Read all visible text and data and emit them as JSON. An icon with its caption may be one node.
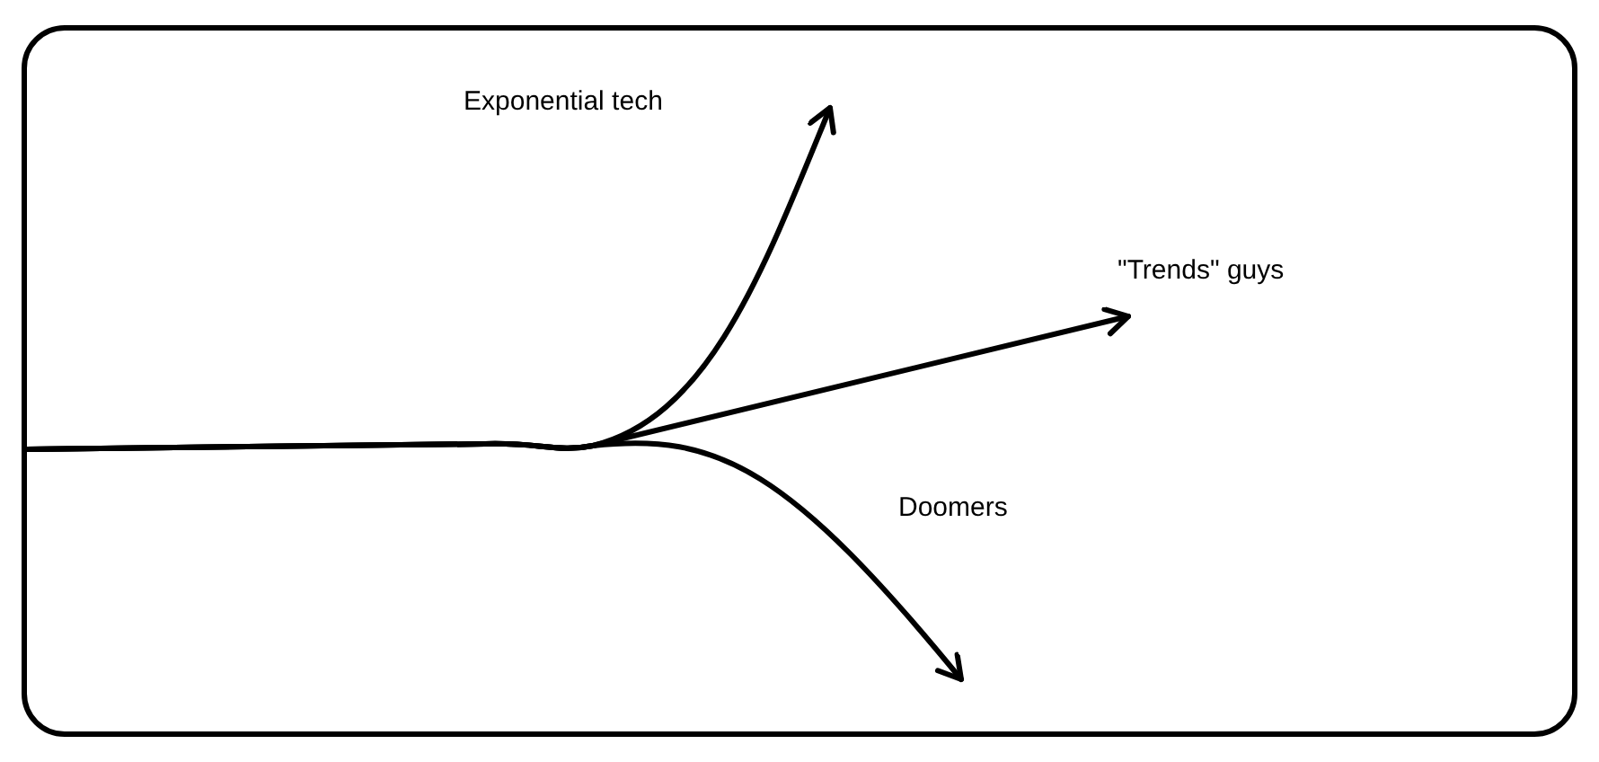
{
  "diagram": {
    "nodes": [
      {
        "text": [],
        "shape": "box"
      },
      {
        "text": [
          "Exponential tech"
        ],
        "in": 0
      },
      {
        "text": [
          "\"Trends\" guys"
        ],
        "in": 0
      },
      {
        "text": [
          "Doomers"
        ],
        "in": 0
      }
    ],
    "edges": [
      {
        "from": 0,
        "to": 1,
        "arrow": "to"
      },
      {
        "from": 0,
        "to": 2,
        "arrow": "to"
      },
      {
        "from": 0,
        "to": 3,
        "arrow": "to"
      }
    ]
  }
}
